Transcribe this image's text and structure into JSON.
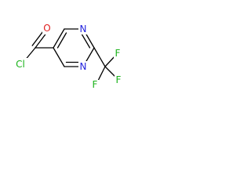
{
  "molecule": {
    "atoms": {
      "chlorine": "Cl",
      "carbonyl_oxygen": "O",
      "ring_nitrogen_1": "N",
      "ring_nitrogen_3": "N",
      "fluorine_1": "F",
      "fluorine_2": "F",
      "fluorine_3": "F"
    },
    "colors": {
      "bond": "#000000",
      "chlorine": "#19b219",
      "fluorine": "#19b219",
      "nitrogen": "#1f1fdd",
      "oxygen": "#e02020"
    }
  }
}
